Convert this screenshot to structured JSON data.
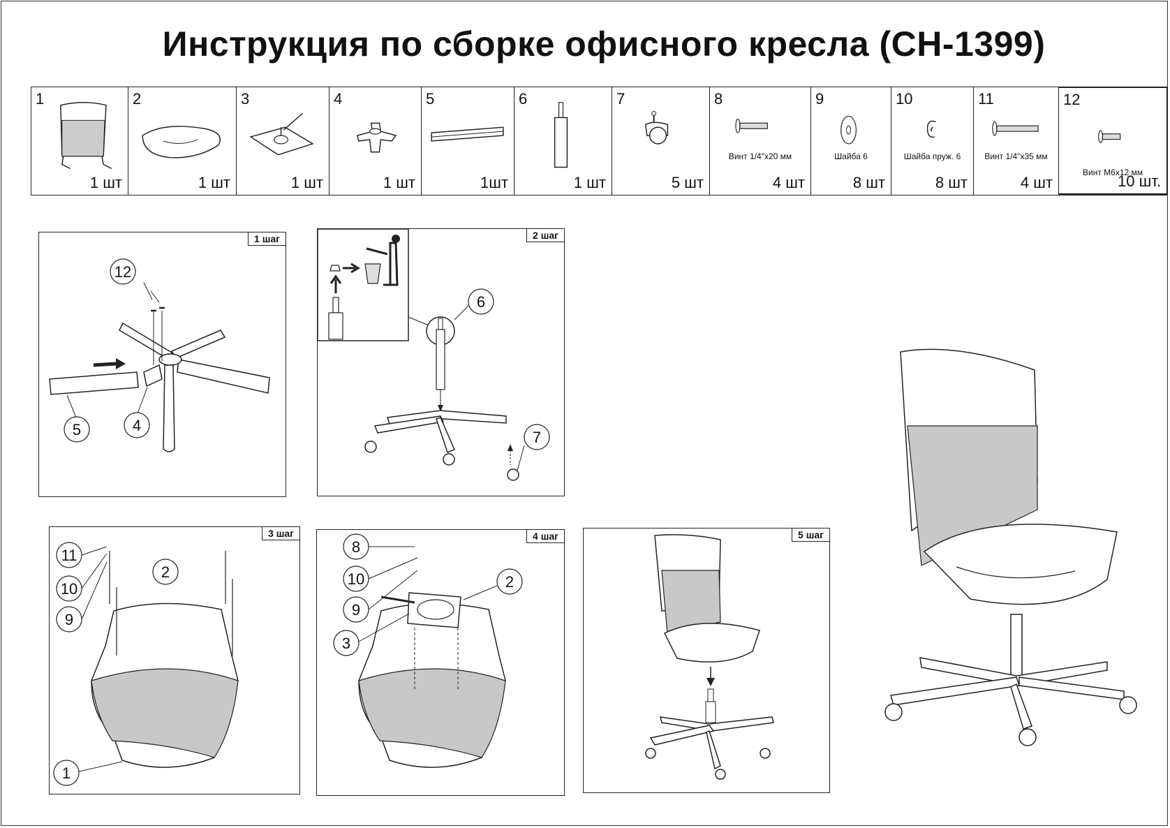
{
  "title": "Инструкция по сборке офисного кресла (CH-1399)",
  "parts": [
    {
      "num": "1",
      "qty": "1 шт",
      "caption": "",
      "icon": "backrest-icon"
    },
    {
      "num": "2",
      "qty": "1 шт",
      "caption": "",
      "icon": "seat-icon"
    },
    {
      "num": "3",
      "qty": "1 шт",
      "caption": "",
      "icon": "mechanism-plate-icon"
    },
    {
      "num": "4",
      "qty": "1 шт",
      "caption": "",
      "icon": "base-hub-icon"
    },
    {
      "num": "5",
      "qty": "1шт",
      "caption": "",
      "icon": "base-leg-icon"
    },
    {
      "num": "6",
      "qty": "1 шт",
      "caption": "",
      "icon": "gas-lift-icon"
    },
    {
      "num": "7",
      "qty": "5 шт",
      "caption": "",
      "icon": "caster-icon"
    },
    {
      "num": "8",
      "qty": "4 шт",
      "caption": "Винт 1/4\"x20 мм",
      "icon": "screw-icon"
    },
    {
      "num": "9",
      "qty": "8 шт",
      "caption": "Шайба  6",
      "icon": "washer-icon"
    },
    {
      "num": "10",
      "qty": "8 шт",
      "caption": "Шайба пруж. 6",
      "icon": "spring-washer-icon"
    },
    {
      "num": "11",
      "qty": "4 шт",
      "caption": "Винт 1/4\"x35 мм",
      "icon": "long-screw-icon"
    },
    {
      "num": "12",
      "qty": "10 шт.",
      "caption": "Винт М6х12  мм",
      "icon": "bolt-icon"
    }
  ],
  "steps": [
    {
      "tag": "1 шаг",
      "callouts": [
        "12",
        "5",
        "4"
      ]
    },
    {
      "tag": "2 шаг",
      "callouts": [
        "6",
        "7"
      ]
    },
    {
      "tag": "3 шаг",
      "callouts": [
        "11",
        "10",
        "9",
        "2",
        "1"
      ]
    },
    {
      "tag": "4 шаг",
      "callouts": [
        "8",
        "10",
        "9",
        "3",
        "2"
      ]
    },
    {
      "tag": "5 шаг",
      "callouts": []
    }
  ],
  "colors": {
    "line": "#222222",
    "mesh": "#bbbbbb",
    "background": "#ffffff"
  }
}
